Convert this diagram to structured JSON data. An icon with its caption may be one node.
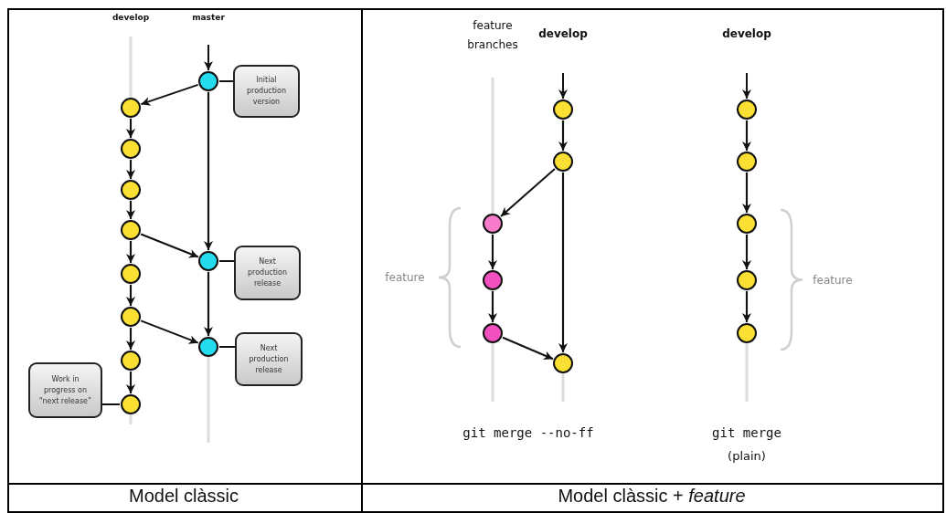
{
  "diagram": {
    "nodes": [
      {
        "text": [],
        "shape": "circle"
      },
      {
        "text": [
          "Initial production version"
        ]
      },
      {
        "text": [],
        "shape": "circle"
      },
      {
        "text": [],
        "shape": "circle"
      },
      {
        "text": [],
        "shape": "circle"
      },
      {
        "text": [],
        "shape": "circle"
      },
      {
        "text": [],
        "shape": "circle"
      },
      {
        "text": [
          "Next production release"
        ]
      },
      {
        "text": [],
        "shape": "circle"
      },
      {
        "text": [],
        "shape": "circle"
      },
      {
        "text": [],
        "shape": "circle"
      },
      {
        "text": [
          "Next production release"
        ]
      },
      {
        "text": [],
        "shape": "circle"
      },
      {
        "text": [
          "Work in progress on “next release”"
        ]
      },
      {
        "text": [],
        "shape": "circle"
      },
      {
        "text": [],
        "shape": "circle"
      },
      {
        "text": [],
        "shape": "circle"
      },
      {
        "text": [],
        "shape": "circle"
      },
      {
        "text": [],
        "shape": "circle"
      },
      {
        "text": [],
        "shape": "circle"
      },
      {
        "text": [],
        "shape": "circle"
      },
      {
        "text": [],
        "shape": "circle"
      },
      {
        "text": [],
        "shape": "circle"
      },
      {
        "text": [],
        "shape": "circle"
      },
      {
        "text": [],
        "shape": "circle"
      },
      {
        "text": [],
        "shape": "circle"
      }
    ],
    "edges": [
      {
        "from": null,
        "to": 0,
        "arrow": "to"
      },
      {
        "from": 0,
        "to": 2,
        "arrow": "to"
      },
      {
        "from": 2,
        "to": 3,
        "arrow": "to"
      },
      {
        "from": 3,
        "to": 4,
        "arrow": "to"
      },
      {
        "from": 4,
        "to": 5,
        "arrow": "to"
      },
      {
        "from": 0,
        "to": 6,
        "arrow": "to"
      },
      {
        "from": 5,
        "to": 6,
        "arrow": "to"
      },
      {
        "from": 5,
        "to": 8,
        "arrow": "to"
      },
      {
        "from": 8,
        "to": 9,
        "arrow": "to"
      },
      {
        "from": 6,
        "to": 10,
        "arrow": "to"
      },
      {
        "from": 9,
        "to": 10,
        "arrow": "to"
      },
      {
        "from": 9,
        "to": 12,
        "arrow": "to"
      },
      {
        "from": 12,
        "to": 14,
        "arrow": "to"
      },
      {
        "from": 1,
        "to": 0,
        "arrow": "none"
      },
      {
        "from": 7,
        "to": 6,
        "arrow": "none"
      },
      {
        "from": 11,
        "to": 10,
        "arrow": "none"
      },
      {
        "from": 13,
        "to": 14,
        "arrow": "none"
      },
      {
        "from": null,
        "to": 15,
        "arrow": "to"
      },
      {
        "from": 15,
        "to": 16,
        "arrow": "to"
      },
      {
        "from": 16,
        "to": 17,
        "arrow": "to"
      },
      {
        "from": 17,
        "to": 18,
        "arrow": "to"
      },
      {
        "from": 18,
        "to": 19,
        "arrow": "to"
      },
      {
        "from": 19,
        "to": 20,
        "arrow": "to"
      },
      {
        "from": 16,
        "to": 20,
        "arrow": "to"
      },
      {
        "from": null,
        "to": 21,
        "arrow": "to"
      },
      {
        "from": 21,
        "to": 22,
        "arrow": "to"
      },
      {
        "from": 22,
        "to": 23,
        "arrow": "to"
      },
      {
        "from": 23,
        "to": 24,
        "arrow": "to"
      },
      {
        "from": 24,
        "to": 25,
        "arrow": "to"
      }
    ],
    "labels": [
      "develop",
      "master",
      "feature branches",
      "develop",
      "develop",
      "feature",
      "feature",
      "git merge --no-ff",
      "git merge",
      "(plain)",
      "Model clàssic",
      "Model clàssic + *feature*"
    ]
  }
}
